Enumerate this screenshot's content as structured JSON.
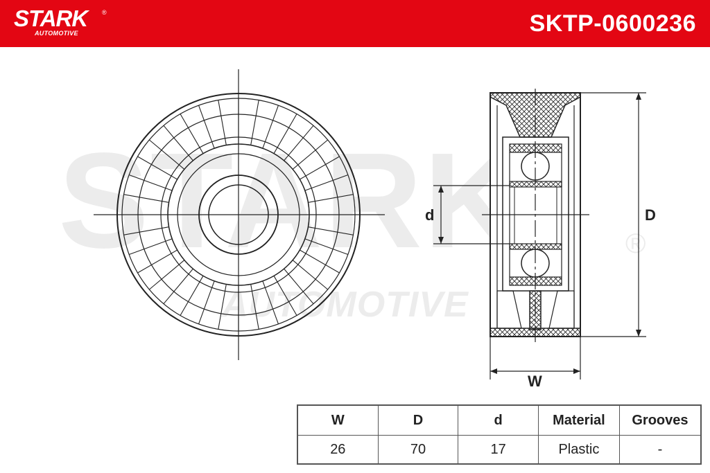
{
  "header": {
    "brand": "STARK",
    "brand_mark": "®",
    "brand_sub": "AUTOMOTIVE",
    "part_number": "SKTP-0600236",
    "color": "#e30613"
  },
  "watermark": {
    "main": "STARK",
    "mark": "®",
    "sub": "AUTOMOTIVE"
  },
  "drawing": {
    "dim_d": "d",
    "dim_D": "D",
    "dim_W": "W",
    "line_color": "#222222",
    "hatch": "cross-hatch-pattern"
  },
  "specs": {
    "columns": [
      "W",
      "D",
      "d",
      "Material",
      "Grooves"
    ],
    "values": [
      "26",
      "70",
      "17",
      "Plastic",
      "-"
    ]
  }
}
